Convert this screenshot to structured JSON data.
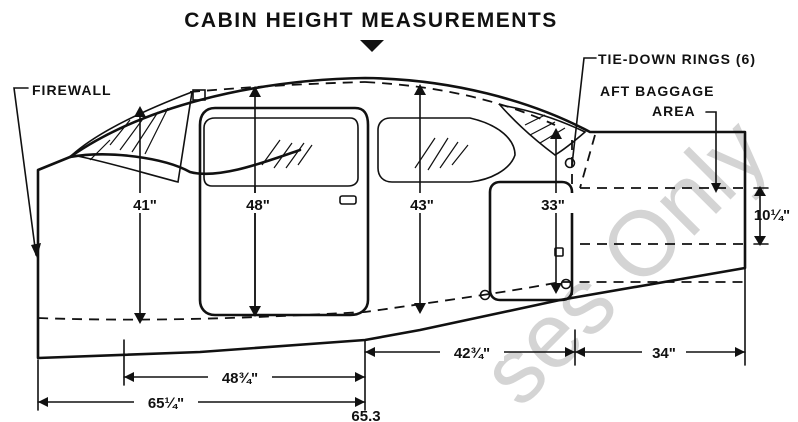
{
  "title": "CABIN HEIGHT MEASUREMENTS",
  "labels": {
    "firewall": "FIREWALL",
    "tie_down_rings": "TIE-DOWN RINGS (6)",
    "aft_baggage_line1": "AFT BAGGAGE",
    "aft_baggage_line2": "AREA"
  },
  "heights": {
    "h41": "41\"",
    "h48": "48\"",
    "h43": "43\"",
    "h33": "33\"",
    "h10": "10¼\""
  },
  "lengths": {
    "l48": "48¾\"",
    "l42": "42¾\"",
    "l34": "34\"",
    "l65": "65¼\""
  },
  "station": "65.3",
  "watermark": "ses Only"
}
